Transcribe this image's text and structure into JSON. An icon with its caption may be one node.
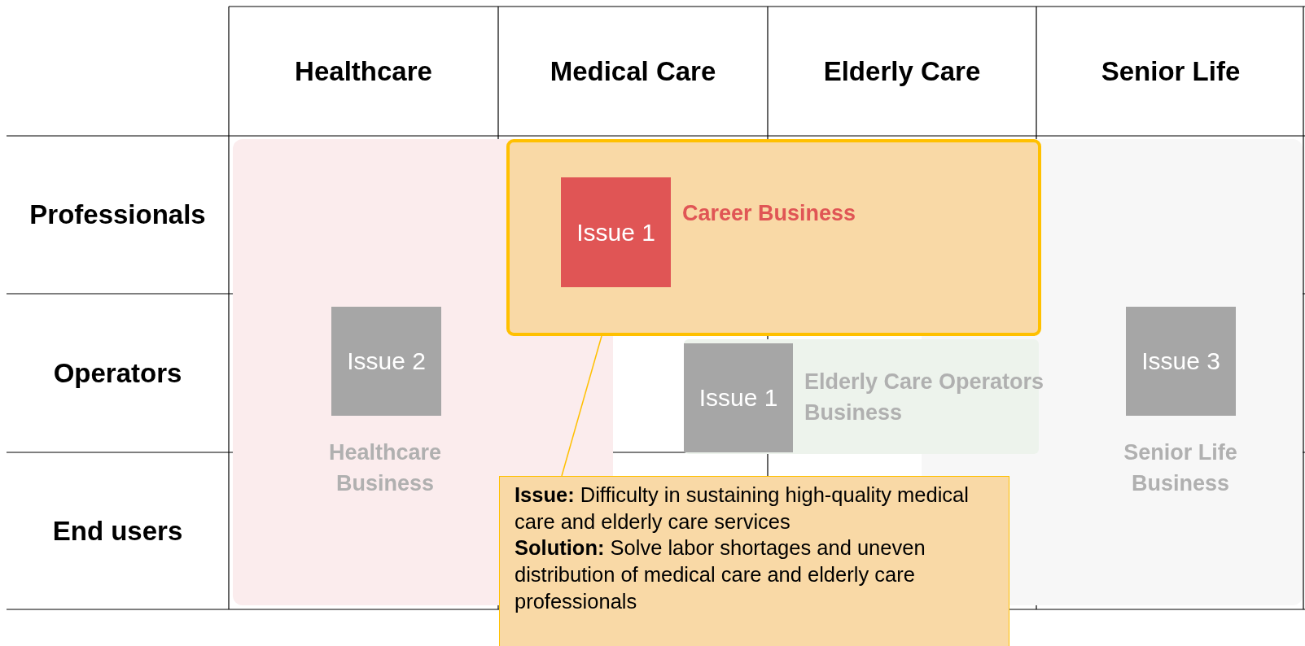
{
  "diagram": {
    "nodes": [
      {
        "text": [
          "Healthcare Business"
        ]
      },
      {
        "text": [
          "Issue 2"
        ],
        "in": 0
      },
      {
        "text": [
          "Senior Life Business"
        ]
      },
      {
        "text": [
          "Issue 3"
        ],
        "in": 2
      },
      {
        "text": [
          "Elderly Care Operators Business"
        ]
      },
      {
        "text": [
          "Issue 1"
        ],
        "in": 4
      },
      {
        "text": [
          "Career Business"
        ]
      },
      {
        "text": [
          "Issue 1"
        ],
        "in": 6
      },
      {
        "text": [
          "**Issue:** Difficulty in sustaining high-quality medical care and elderly care services",
          "**Solution:** Solve labor shortages and uneven distribution of medical care and elderly care professionals"
        ]
      }
    ],
    "edges": [
      {
        "from": 8,
        "to": 6,
        "arrow": "none",
        "color": "#ffc000"
      }
    ],
    "labels": [
      "Healthcare",
      "Medical Care",
      "Elderly Care",
      "Senior Life",
      "Professionals",
      "Operators",
      "End users"
    ]
  }
}
